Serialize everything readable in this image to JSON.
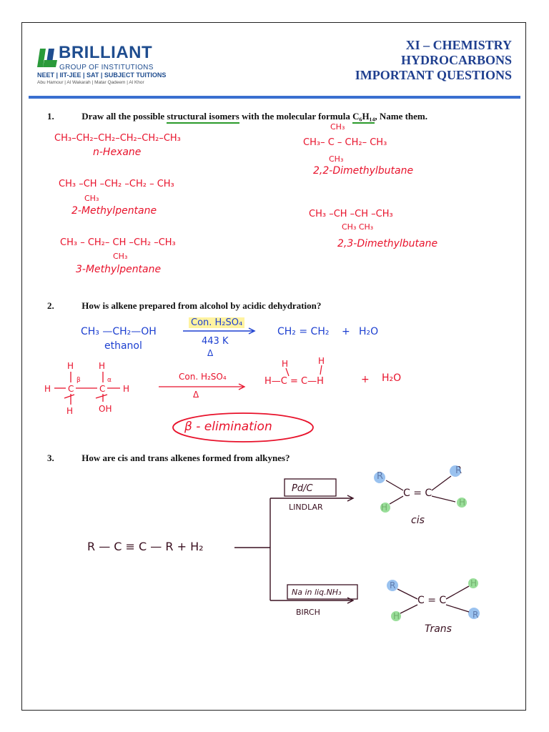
{
  "logo": {
    "brand": "BRILLIANT",
    "subtitle": "GROUP OF INSTITUTIONS",
    "tagline": "NEET | IIT-JEE | SAT | SUBJECT TUITIONS",
    "locations": "Abu Hamour | Al Wakarah | Matar Qadeem | Al Khor"
  },
  "header": {
    "line1": "XI – CHEMISTRY",
    "line2": "HYDROCARBONS",
    "line3": "IMPORTANT QUESTIONS"
  },
  "q1": {
    "num": "1.",
    "text_a": "Draw all the possible",
    "text_ul": "structural isomers",
    "text_b": "with the molecular formula",
    "formula": "C₆H₁₄",
    "text_c": ", Name them.",
    "isomers": {
      "hexane_formula": "CH₃–CH₂–CH₂–CH₂–CH₂–CH₃",
      "hexane_name": "n-Hexane",
      "m2_formula": "CH₃ –CH –CH₂ –CH₂ – CH₃",
      "m2_branch": "CH₃",
      "m2_name": "2-Methylpentane",
      "m3_formula": "CH₃ – CH₂– CH –CH₂ –CH₃",
      "m3_branch": "CH₃",
      "m3_name": "3-Methylpentane",
      "dm22_formula": "CH₃– C – CH₂– CH₃",
      "dm22_top": "CH₃",
      "dm22_bottom": "CH₃",
      "dm22_name": "2,2-Dimethylbutane",
      "dm23_formula": "CH₃ –CH –CH –CH₃",
      "dm23_branch": "CH₃  CH₃",
      "dm23_name": "2,3-Dimethylbutane"
    }
  },
  "q2": {
    "num": "2.",
    "text": "How is alkene prepared from alcohol by acidic dehydration?",
    "reactant": "CH₃ —CH₂—OH",
    "reactant_name": "ethanol",
    "reagent": "Con. H₂SO₄",
    "temp": "443 K",
    "heat": "Δ",
    "product": "CH₂ = CH₂",
    "plus": "+",
    "water": "H₂O",
    "mech_reagent": "Con. H₂SO₄",
    "mech_heat": "Δ",
    "mech_product": "H—C = C—H",
    "mech_water": "H₂O",
    "beta_label": "β - elimination"
  },
  "q3": {
    "num": "3.",
    "text": "How are cis and trans alkenes formed from alkynes?",
    "reactant": "R — C ≡ C — R  +  H₂",
    "catalyst_top": "Pd/C",
    "name_top": "LINDLAR",
    "catalyst_bottom": "Na in liq.NH₃",
    "name_bottom": "BIRCH",
    "cis_label": "cis",
    "trans_label": "Trans",
    "alkene_core": "C = C",
    "r": "R",
    "h": "H"
  },
  "colors": {
    "brand_blue": "#1f4d8f",
    "header_bar": "#3a6fd0",
    "red_ink": "#e8122b",
    "blue_ink": "#1c3fd0",
    "highlight_yellow": "#fff3a0",
    "blue_dot": "#6fa8e8",
    "green_dot": "#7fd67f"
  }
}
